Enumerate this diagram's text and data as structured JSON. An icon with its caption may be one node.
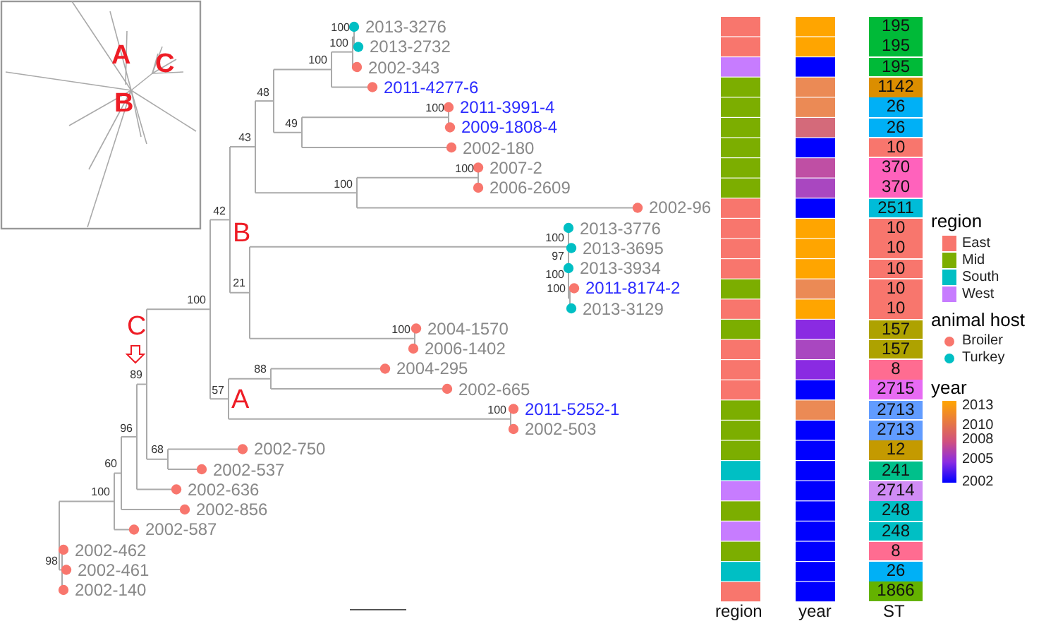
{
  "diagram": {
    "labels": [
      "A",
      "C",
      "B",
      "2013-3276",
      "2013-2732",
      "2002-343",
      "2011-4277-6",
      "2011-3991-4",
      "2009-1808-4",
      "2002-180",
      "2007-2",
      "2006-2609",
      "2002-96",
      "2013-3776",
      "2013-3695",
      "2013-3934",
      "2011-8174-2",
      "2013-3129",
      "2004-1570",
      "2006-1402",
      "2004-295",
      "2002-665",
      "2011-5252-1",
      "2002-503",
      "2002-750",
      "2002-537",
      "2002-636",
      "2002-856",
      "2002-587",
      "2002-462",
      "2002-461",
      "2002-140",
      "100",
      "100",
      "100",
      "48",
      "100",
      "49",
      "43",
      "100",
      "100",
      "42",
      "100",
      "97",
      "100",
      "100",
      "21",
      "100",
      "100",
      "88",
      "89",
      "57",
      "100",
      "96",
      "68",
      "60",
      "100",
      "98",
      "B",
      "C",
      "A",
      "195",
      "195",
      "195",
      "1142",
      "26",
      "26",
      "10",
      "370",
      "370",
      "2511",
      "10",
      "10",
      "10",
      "10",
      "10",
      "157",
      "157",
      "8",
      "2715",
      "2713",
      "2713",
      "12",
      "241",
      "2714",
      "248",
      "248",
      "8",
      "26",
      "1866",
      "region",
      "year",
      "ST",
      "region",
      "animal host",
      "year",
      "2013",
      "2010",
      "2008",
      "2005",
      "2002"
    ],
    "legend": [
      {
        "text": "East",
        "color": "#f8766d"
      },
      {
        "text": "Mid",
        "color": "#7cae00"
      },
      {
        "text": "South",
        "color": "#00bfc4"
      },
      {
        "text": "West",
        "color": "#c77cff"
      },
      {
        "text": "Broiler",
        "color": "#f8766d"
      },
      {
        "text": "Turkey",
        "color": "#00bfc4"
      }
    ]
  }
}
